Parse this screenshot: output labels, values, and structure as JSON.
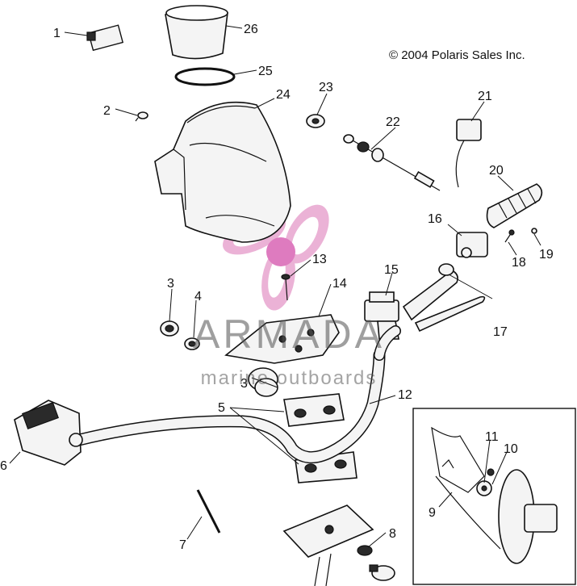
{
  "copyright": "© 2004 Polaris Sales Inc.",
  "watermark": {
    "title": "ARMADA",
    "subtitle": "marine outboards",
    "colors": {
      "logo_pink": "#e8a5cf",
      "logo_magenta": "#d964b4",
      "text_gray": "#7a7a7a"
    }
  },
  "callouts": {
    "c1": "1",
    "c2": "2",
    "c3a": "3",
    "c3b": "3",
    "c4": "4",
    "c5": "5",
    "c6": "6",
    "c7": "7",
    "c8": "8",
    "c9": "9",
    "c10": "10",
    "c11": "11",
    "c12": "12",
    "c13": "13",
    "c14": "14",
    "c15": "15",
    "c16": "16",
    "c17": "17",
    "c18": "18",
    "c19": "19",
    "c20": "20",
    "c21": "21",
    "c22": "22",
    "c23": "23",
    "c24": "24",
    "c25": "25",
    "c26": "26"
  }
}
